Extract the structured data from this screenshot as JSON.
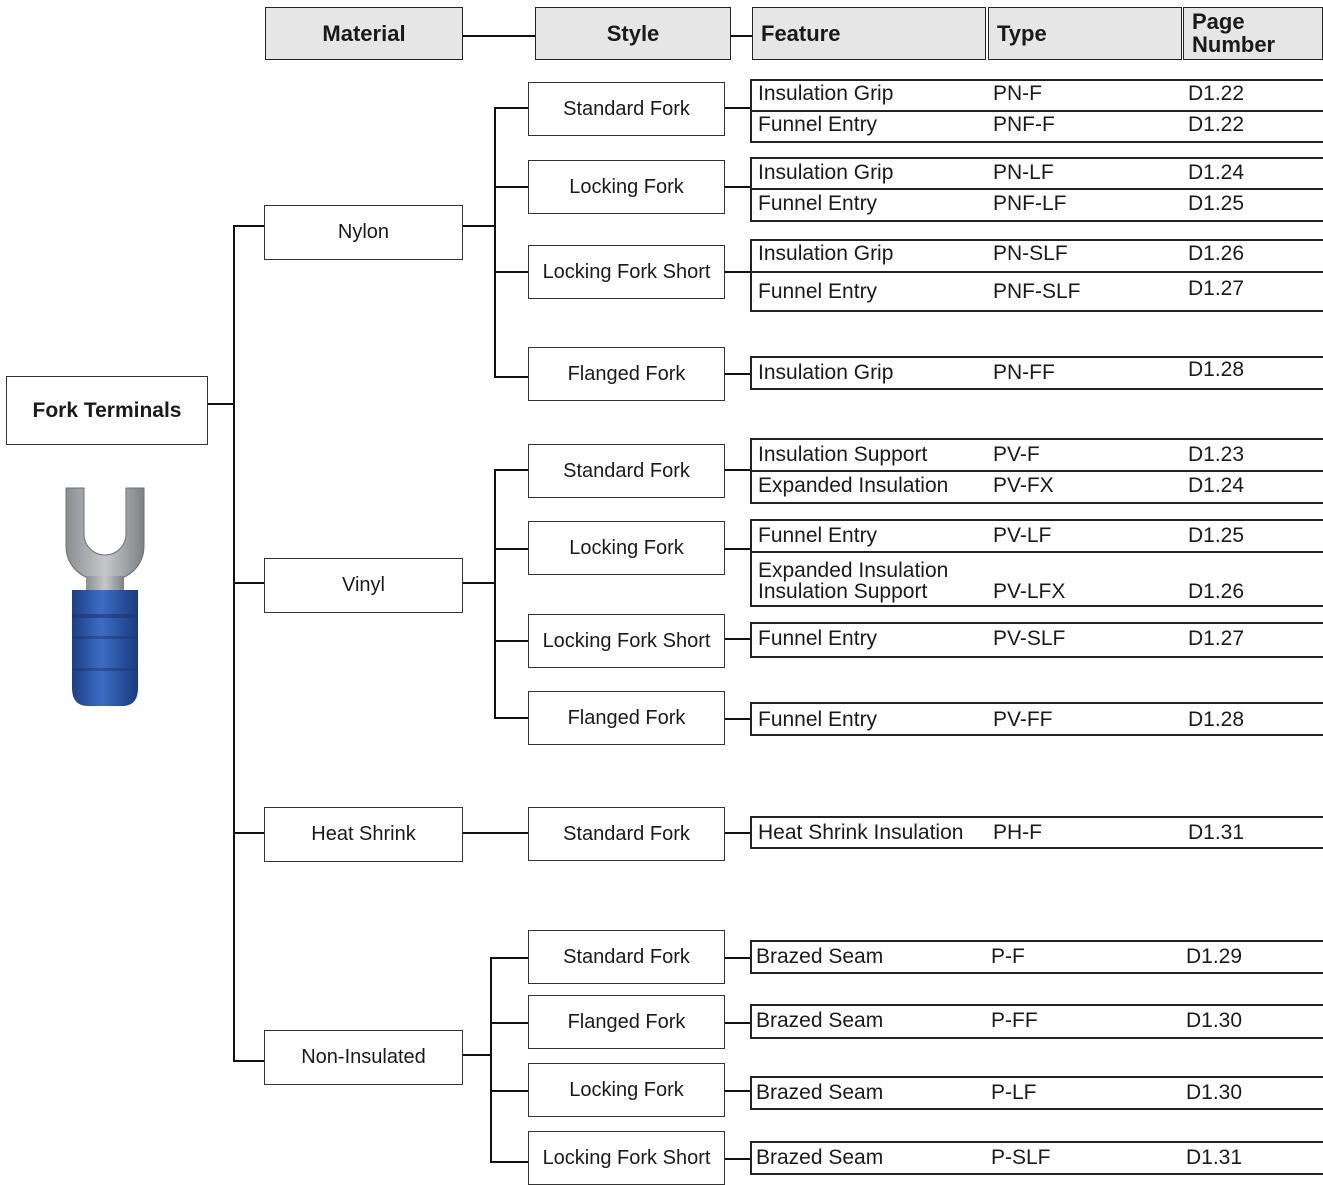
{
  "header": {
    "material": "Material",
    "style": "Style",
    "feature": "Feature",
    "type": "Type",
    "page_line1": "Page",
    "page_line2": "Number"
  },
  "root": {
    "label": "Fork Terminals"
  },
  "materials": [
    "Nylon",
    "Vinyl",
    "Heat Shrink",
    "Non-Insulated"
  ],
  "styles": [
    "Standard Fork",
    "Locking Fork",
    "Locking Fork Short",
    "Flanged Fork",
    "Standard Fork",
    "Locking Fork",
    "Locking Fork Short",
    "Flanged Fork",
    "Standard Fork",
    "Standard Fork",
    "Flanged Fork",
    "Locking Fork",
    "Locking Fork Short"
  ],
  "rows": [
    {
      "feature": "Insulation Grip",
      "type": "PN-F",
      "page": "D1.22"
    },
    {
      "feature": "Funnel Entry",
      "type": "PNF-F",
      "page": "D1.22"
    },
    {
      "feature": "Insulation Grip",
      "type": "PN-LF",
      "page": "D1.24"
    },
    {
      "feature": "Funnel Entry",
      "type": "PNF-LF",
      "page": "D1.25"
    },
    {
      "feature": "Insulation Grip",
      "type": "PN-SLF",
      "page": "D1.26"
    },
    {
      "feature": "Funnel Entry",
      "type": "PNF-SLF",
      "page": "D1.27"
    },
    {
      "feature": "Insulation Grip",
      "type": "PN-FF",
      "page": "D1.28"
    },
    {
      "feature": "Insulation Support",
      "type": "PV-F",
      "page": "D1.23"
    },
    {
      "feature": "Expanded Insulation",
      "type": "PV-FX",
      "page": "D1.24"
    },
    {
      "feature": "Funnel Entry",
      "type": "PV-LF",
      "page": "D1.25"
    },
    {
      "feature": "Expanded Insulation",
      "feature2": "Insulation Support",
      "type": "PV-LFX",
      "page": "D1.26"
    },
    {
      "feature": "Funnel Entry",
      "type": "PV-SLF",
      "page": "D1.27"
    },
    {
      "feature": "Funnel Entry",
      "type": "PV-FF",
      "page": "D1.28"
    },
    {
      "feature": "Heat Shrink Insulation",
      "type": "PH-F",
      "page": "D1.31"
    },
    {
      "feature": "Brazed Seam",
      "type": "P-F",
      "page": "D1.29"
    },
    {
      "feature": "Brazed Seam",
      "type": "P-FF",
      "page": "D1.30"
    },
    {
      "feature": "Brazed Seam",
      "type": "P-LF",
      "page": "D1.30"
    },
    {
      "feature": "Brazed Seam",
      "type": "P-SLF",
      "page": "D1.31"
    }
  ],
  "colors": {
    "header_fill": "#e6e6e6",
    "terminal_blue": "#2f57a8",
    "terminal_metal": "#a9adb0"
  },
  "icons": {
    "product_photo": "fork-terminal-icon"
  }
}
